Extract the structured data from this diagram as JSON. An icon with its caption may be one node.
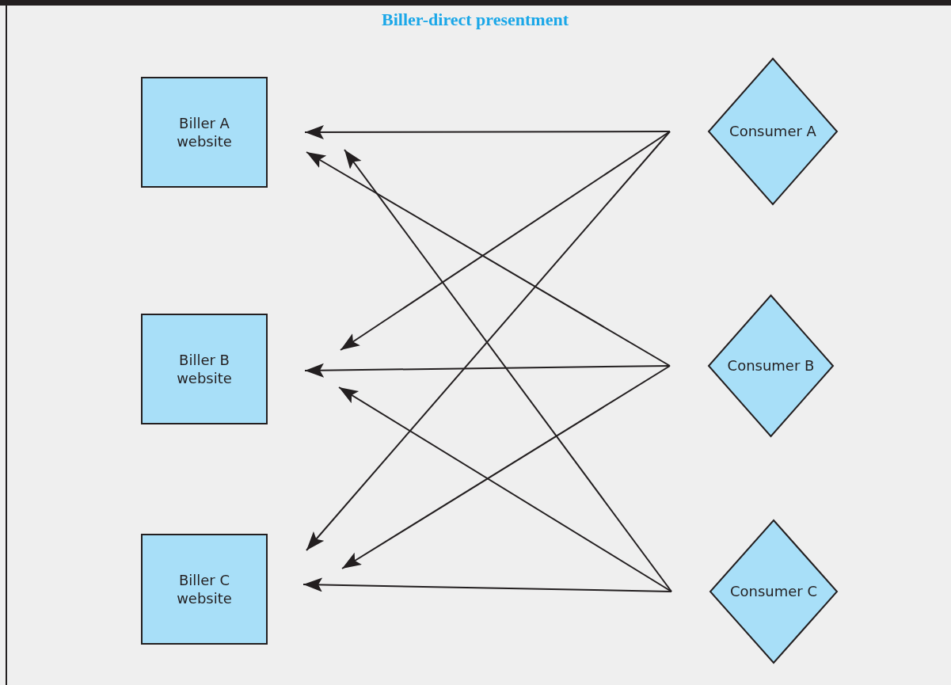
{
  "diagram": {
    "title": "Biller-direct presentment",
    "nodes": [
      {
        "text": [
          "Biller A website"
        ]
      },
      {
        "text": [
          "Biller B website"
        ]
      },
      {
        "text": [
          "Biller C website"
        ]
      },
      {
        "text": [
          "Consumer A"
        ]
      },
      {
        "text": [
          "Consumer B"
        ]
      },
      {
        "text": [
          "Consumer C"
        ]
      }
    ],
    "edges": [
      {
        "from": 3,
        "to": 0,
        "arrow": "to"
      },
      {
        "from": 3,
        "to": 1,
        "arrow": "to"
      },
      {
        "from": 3,
        "to": 2,
        "arrow": "to"
      },
      {
        "from": 4,
        "to": 0,
        "arrow": "to"
      },
      {
        "from": 4,
        "to": 1,
        "arrow": "to"
      },
      {
        "from": 4,
        "to": 2,
        "arrow": "to"
      },
      {
        "from": 5,
        "to": 0,
        "arrow": "to"
      },
      {
        "from": 5,
        "to": 1,
        "arrow": "to"
      },
      {
        "from": 5,
        "to": 2,
        "arrow": "to"
      }
    ]
  }
}
